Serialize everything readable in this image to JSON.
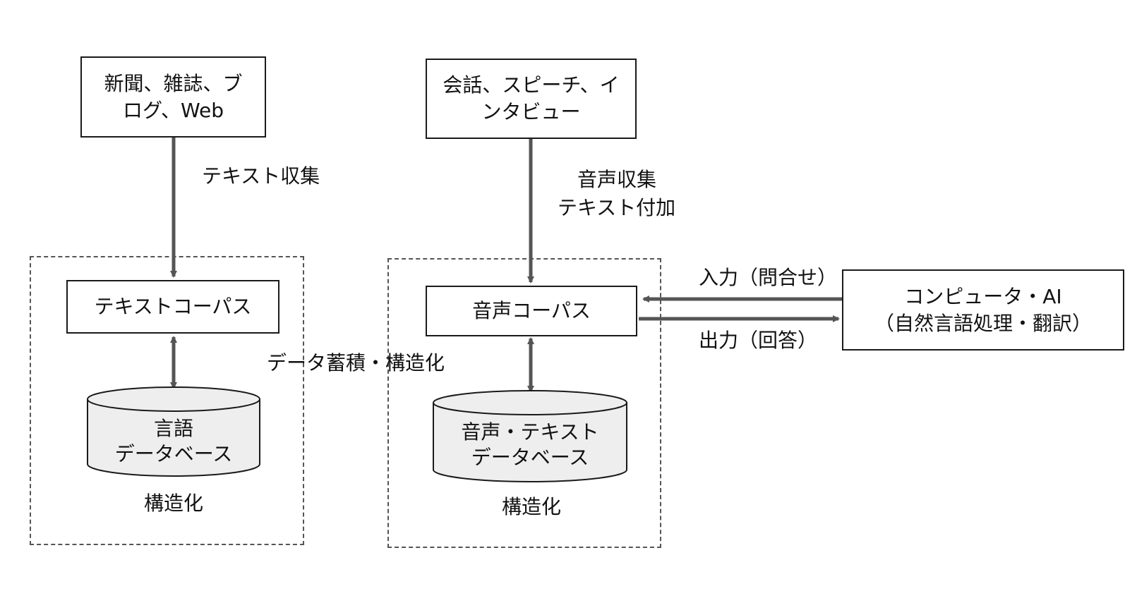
{
  "sources": {
    "text_source": {
      "line1": "新聞、雑誌、ブ",
      "line2": "ログ、Web"
    },
    "speech_source": {
      "line1": "会話、スピーチ、イ",
      "line2": "ンタビュー"
    }
  },
  "labels": {
    "text_collection": "テキスト収集",
    "audio_collection_line1": "音声収集",
    "audio_collection_line2": "テキスト付加",
    "accumulation": "データ蓄積・構造化",
    "input": "入力（問合せ）",
    "output": "出力（回答）"
  },
  "corpora": {
    "text_corpus": "テキストコーパス",
    "speech_corpus": "音声コーパス"
  },
  "databases": {
    "language_db": {
      "line1": "言語",
      "line2": "データベース"
    },
    "speech_text_db": {
      "line1": "音声・テキスト",
      "line2": "データベース"
    }
  },
  "structuring": {
    "left": "構造化",
    "right": "構造化"
  },
  "computer": {
    "line1": "コンピュータ・AI",
    "line2": "（自然言語処理・翻訳）"
  },
  "colors": {
    "arrow": "#555555",
    "box_border": "#1a1a1a",
    "dashed_border": "#555555",
    "db_fill": "#eeeeee"
  }
}
